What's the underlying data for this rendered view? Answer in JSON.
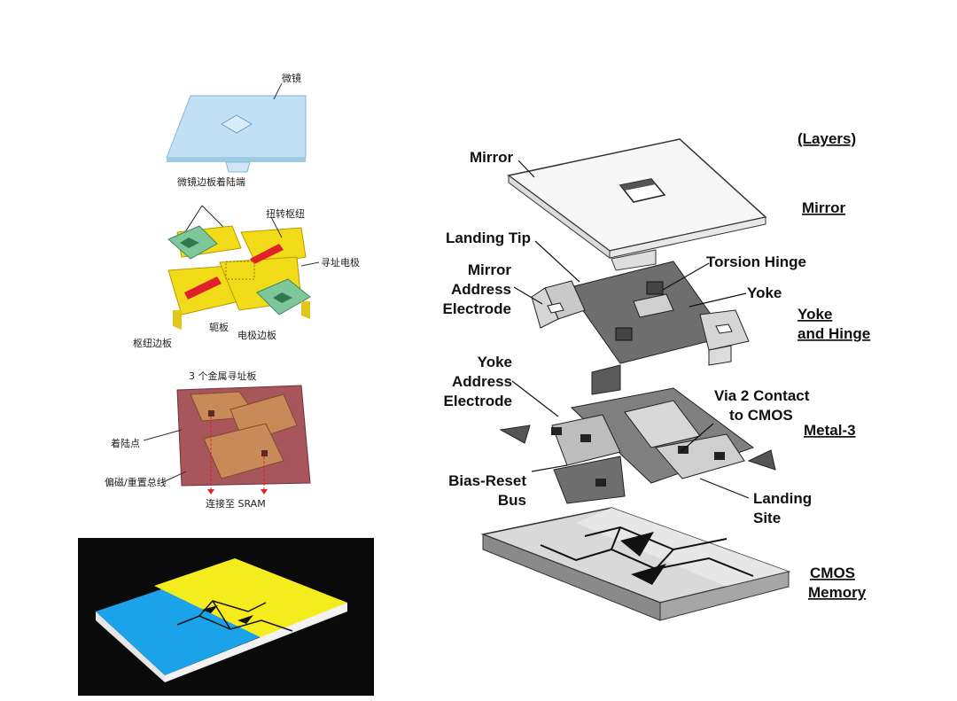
{
  "left_panel": {
    "mirror": "微镜",
    "mirror_landing_tip": "微镜边板着陆端",
    "torsion_hinge": "扭转枢纽",
    "address_electrode": "寻址电极",
    "yoke": "轭板",
    "electrode_landing_tip": "电极边板",
    "hinge_landing_tip": "枢纽边板",
    "metal_address_pads": "3 个金属寻址板",
    "landing_site": "着陆点",
    "bias_reset_bus": "偏磁/重置总线",
    "connect_sram": "连接至 SRAM"
  },
  "right_panel": {
    "layers_heading": "(Layers)",
    "labels": {
      "mirror": "Mirror",
      "landing_tip": "Landing Tip",
      "mirror_address_electrode": [
        "Mirror",
        "Address",
        "Electrode"
      ],
      "torsion_hinge": "Torsion Hinge",
      "yoke": "Yoke",
      "yoke_address_electrode": [
        "Yoke",
        "Address",
        "Electrode"
      ],
      "via2_contact": [
        "Via 2 Contact",
        "to CMOS"
      ],
      "bias_reset_bus": [
        "Bias-Reset",
        "Bus"
      ],
      "landing_site": [
        "Landing",
        "Site"
      ]
    },
    "layers": {
      "mirror": "Mirror",
      "yoke_and_hinge": [
        "Yoke",
        "and Hinge"
      ],
      "metal3": "Metal-3",
      "cmos_memory": [
        "CMOS",
        "Memory"
      ]
    }
  },
  "colors": {
    "mirror_blue": "#bfe0f5",
    "hinge_yellow": "#f2dc1a",
    "electrode_green": "#7ec79a",
    "hinge_red": "#e0202a",
    "metal_brown": "#c98a5a",
    "metal_dark": "#a8555c",
    "photo_black": "#0a0a0a",
    "photo_blue": "#1aa3e8",
    "photo_yellow": "#f5ec1e"
  }
}
